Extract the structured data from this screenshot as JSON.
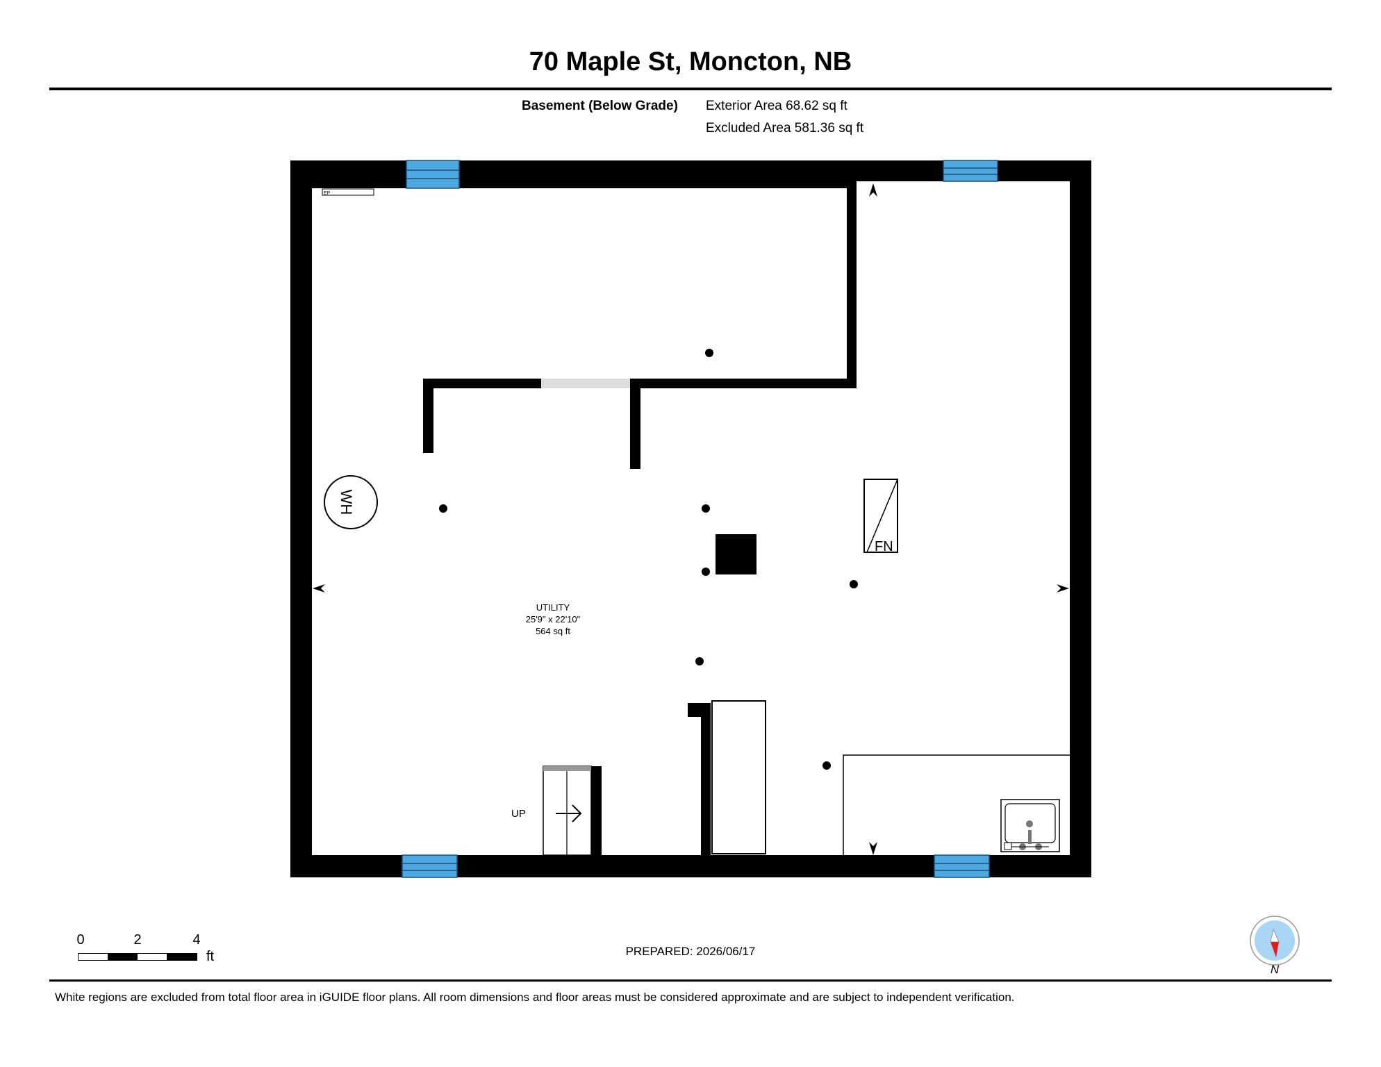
{
  "header": {
    "address": "70 Maple St, Moncton, NB"
  },
  "floor": {
    "name": "Basement (Below Grade)",
    "exterior_area": "Exterior Area 68.62 sq ft",
    "excluded_area": "Excluded Area 581.36 sq ft"
  },
  "rooms": [
    {
      "name": "UTILITY",
      "dimensions": "25'9\" x 22'10\"",
      "area": "564 sq ft"
    }
  ],
  "fixtures": {
    "water_heater": "WH",
    "furnace": "FN",
    "stairs": "UP",
    "electrical_panel": "EP"
  },
  "scale_bar": {
    "ticks": [
      "0",
      "2",
      "4"
    ],
    "unit": "ft"
  },
  "footer": {
    "prepared": "PREPARED: 2026/06/17",
    "disclaimer": "White regions are excluded from total floor area in iGUIDE floor plans. All room dimensions and floor areas must be considered approximate and are subject to independent verification."
  },
  "compass": {
    "label": "N"
  },
  "colors": {
    "wall": "#000000",
    "window": "#4da8df",
    "opening": "#dddddd",
    "compass_face": "#a9d6f5",
    "compass_needle": "#e31b1b"
  }
}
